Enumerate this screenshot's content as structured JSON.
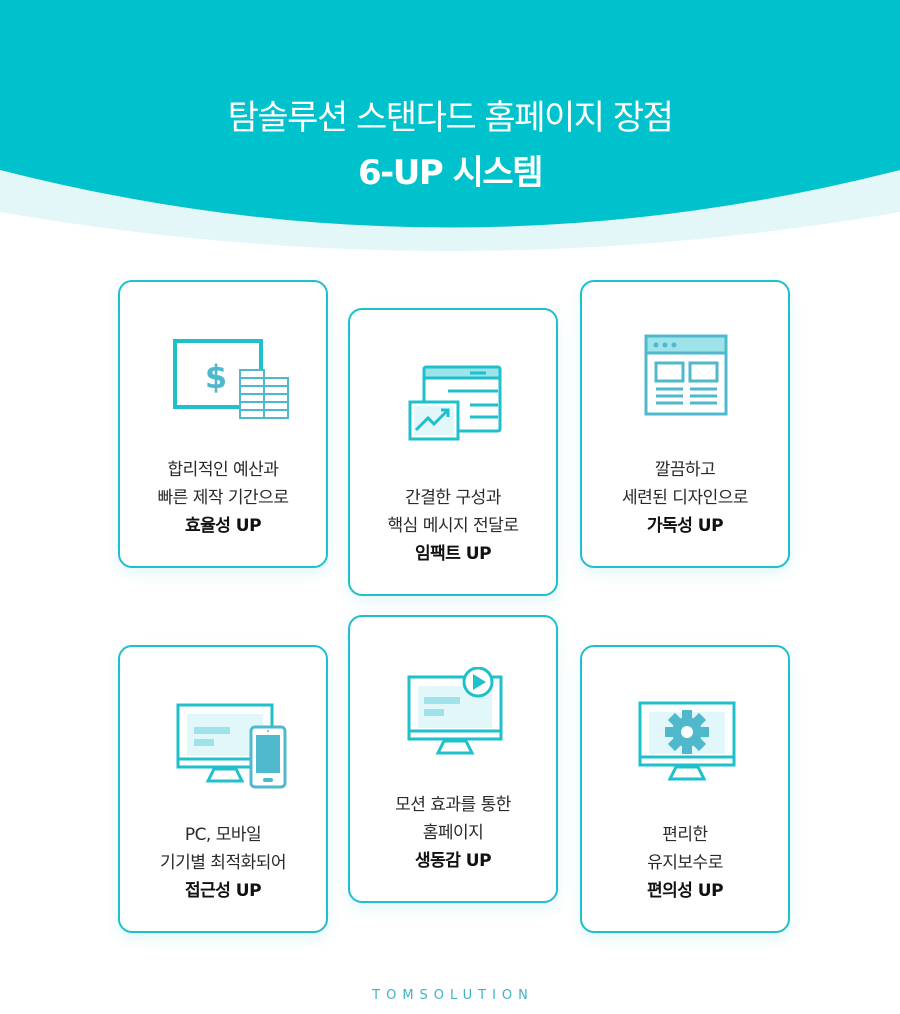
{
  "header": {
    "title_line1": "탐솔루션 스탠다드 홈페이지 장점",
    "title_line2": "6-UP 시스템",
    "colors": {
      "teal": "#00c2cc",
      "light_band": "#e3f7f8"
    }
  },
  "cards": [
    {
      "icon": "money-screen-coins-icon",
      "line1": "합리적인 예산과",
      "line2": "빠른 제작 기간으로",
      "highlight": "효율성 UP"
    },
    {
      "icon": "webpage-growth-chart-icon",
      "line1": "간결한 구성과",
      "line2": "핵심 메시지 전달로",
      "highlight": "임팩트 UP"
    },
    {
      "icon": "browser-layout-icon",
      "line1": "깔끔하고",
      "line2": "세련된 디자인으로",
      "highlight": "가독성 UP"
    },
    {
      "icon": "monitor-mobile-icon",
      "line1": "PC, 모바일",
      "line2": "기기별 최적화되어",
      "highlight": "접근성 UP"
    },
    {
      "icon": "monitor-video-play-icon",
      "line1": "모션 효과를 통한",
      "line2": "홈페이지",
      "highlight": "생동감 UP"
    },
    {
      "icon": "monitor-gear-icon",
      "line1": "편리한",
      "line2": "유지보수로",
      "highlight": "편의성 UP"
    }
  ],
  "footer": {
    "brand": "TOMSOLUTION"
  },
  "colors": {
    "accent": "#1ec0cb",
    "icon_fill": "#4fb8cc",
    "icon_light": "#9fe3ea",
    "icon_pale": "#e2f7f9",
    "brand_text": "#3fb3c4"
  }
}
